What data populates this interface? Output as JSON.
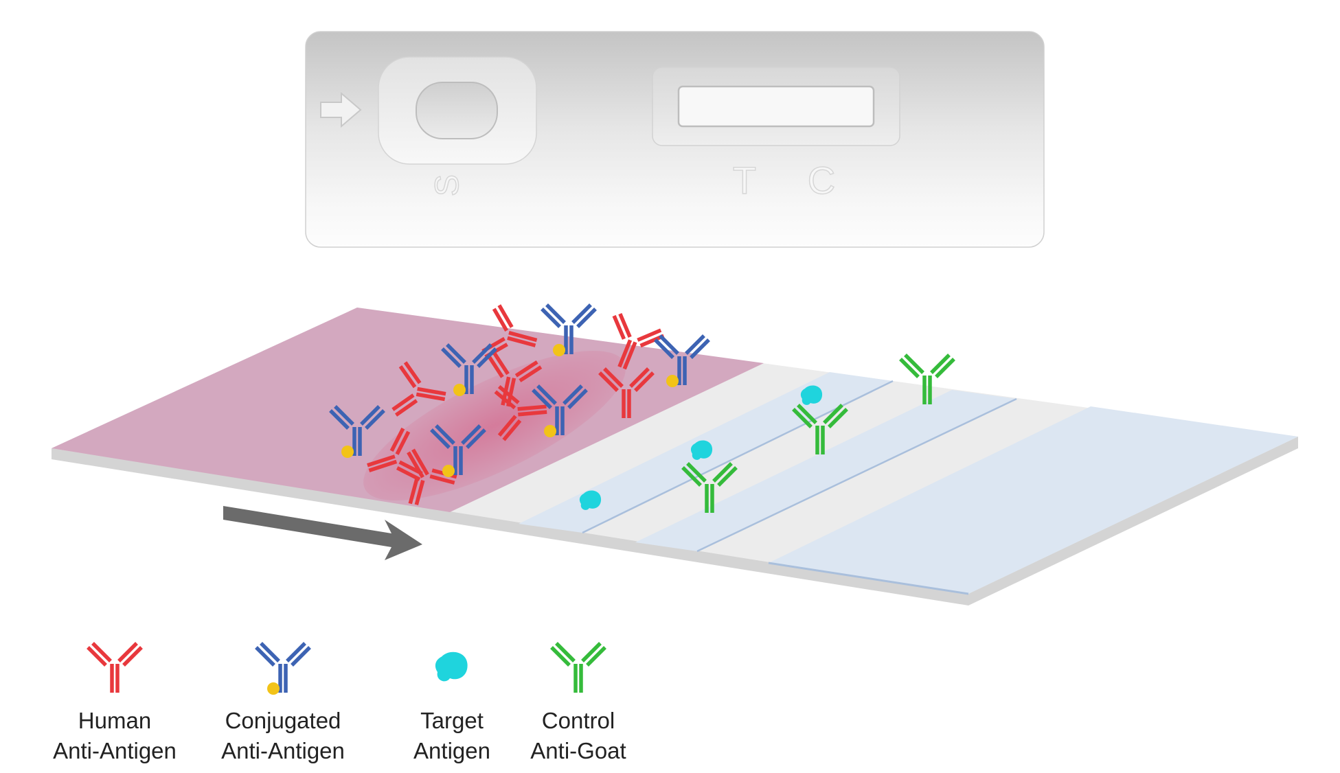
{
  "device": {
    "sample_well_letter": "S",
    "test_line_letter": "T",
    "control_line_letter": "C"
  },
  "colors": {
    "human_anti_antigen": "#e8383d",
    "conjugated_anti_antigen": "#3d63b3",
    "gold_particle": "#f2c318",
    "target_antigen": "#1fd4dd",
    "control_anti_goat": "#35bb3b",
    "conjugate_pad": "#d3a8bf",
    "membrane_band": "#dce6f2",
    "strip_base": "#ececec",
    "flow_arrow": "#6b6b6b"
  },
  "legend": [
    {
      "key": "human",
      "line1": "Human",
      "line2": "Anti-Antigen"
    },
    {
      "key": "conjugated",
      "line1": "Conjugated",
      "line2": "Anti-Antigen"
    },
    {
      "key": "antigen",
      "line1": "Target",
      "line2": "Antigen"
    },
    {
      "key": "control",
      "line1": "Control",
      "line2": "Anti-Goat"
    }
  ]
}
